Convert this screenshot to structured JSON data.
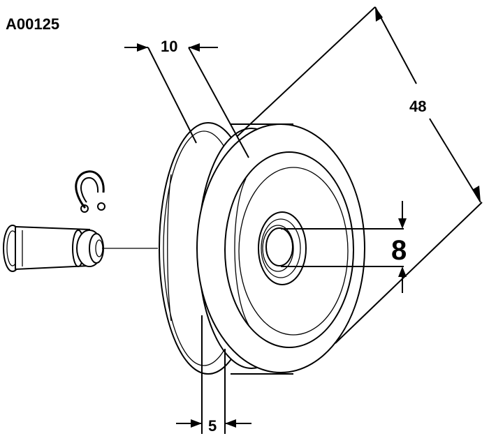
{
  "part_number": "A00125",
  "dimensions": {
    "top_width": "10",
    "outer_diameter": "48",
    "bore_diameter": "8",
    "groove_width": "5"
  },
  "parts": [
    "pulley-wheel",
    "axle-pin",
    "retaining-clip"
  ]
}
